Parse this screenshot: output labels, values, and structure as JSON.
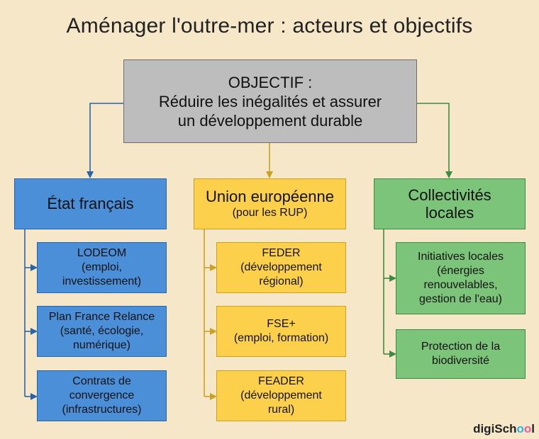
{
  "title": "Aménager l'outre-mer : acteurs et objectifs",
  "objective": {
    "lines": [
      "OBJECTIF :",
      "Réduire les inégalités et assurer",
      "un développement durable"
    ]
  },
  "actors": [
    {
      "head_lines": [
        "État français"
      ],
      "color": "#4a8fd8",
      "children": [
        {
          "lines": [
            "LODEOM",
            "(emploi,",
            "investissement)"
          ]
        },
        {
          "lines": [
            "Plan France Relance",
            "(santé, écologie,",
            "numérique)"
          ]
        },
        {
          "lines": [
            "Contrats de",
            "convergence",
            "(infrastructures)"
          ]
        }
      ]
    },
    {
      "head_main": "Union européenne",
      "head_sub": "(pour les RUP)",
      "color": "#fcd04b",
      "children": [
        {
          "lines": [
            "FEDER",
            "(développement",
            "régional)"
          ]
        },
        {
          "lines": [
            "FSE+",
            "(emploi, formation)"
          ]
        },
        {
          "lines": [
            "FEADER",
            "(développement",
            "rural)"
          ]
        }
      ]
    },
    {
      "head_lines": [
        "Collectivités",
        "locales"
      ],
      "color": "#7cc47a",
      "children": [
        {
          "lines": [
            "Initiatives locales",
            "(énergies",
            "renouvelables,",
            "gestion de l'eau)"
          ]
        },
        {
          "lines": [
            "Protection de la",
            "biodiversité"
          ]
        }
      ]
    }
  ],
  "logo": {
    "prefix": "digiSch",
    "o1": "o",
    "o2": "o",
    "suffix": "l"
  }
}
